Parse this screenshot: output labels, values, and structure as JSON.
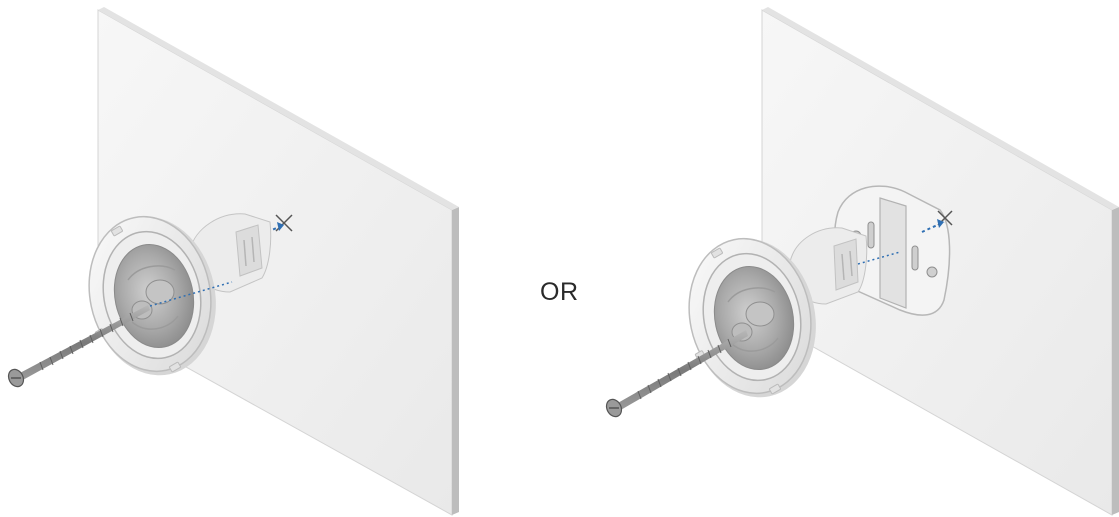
{
  "separator": {
    "label": "OR"
  },
  "options": [
    {
      "name": "direct-wall-mount",
      "hardware": [
        "wall-panel",
        "camera-mount",
        "screw",
        "pilot-hole-mark"
      ]
    },
    {
      "name": "bracket-wall-mount",
      "hardware": [
        "wall-panel",
        "mounting-bracket",
        "camera-mount",
        "screw",
        "pilot-hole-mark"
      ]
    }
  ],
  "colors": {
    "wall_face": "#f2f2f2",
    "wall_edge": "#bdbdbd",
    "mount_body": "#e8e8e8",
    "mount_shadow": "#c8c8c8",
    "screw_metal": "#8c8c8c",
    "guide_line": "#2f6fb3"
  }
}
